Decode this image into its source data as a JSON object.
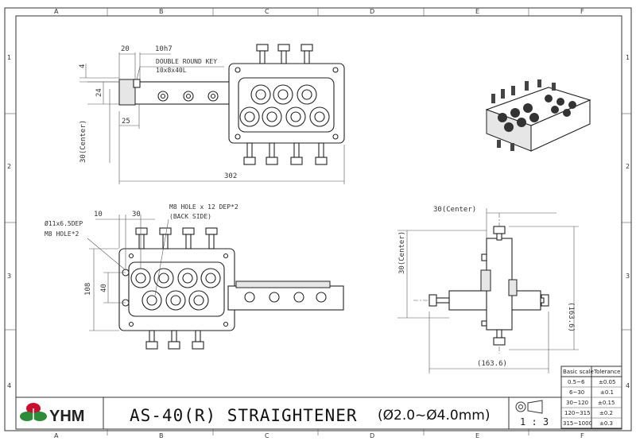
{
  "grid": {
    "columns": [
      "A",
      "B",
      "C",
      "D",
      "E",
      "F"
    ],
    "rows": [
      "1",
      "2",
      "3",
      "4"
    ]
  },
  "top_view": {
    "dims": {
      "d20": "20",
      "d10h7": "10h7",
      "d4": "4",
      "d24": "24",
      "d25": "25",
      "d30c": "30(Center)",
      "d302": "302"
    },
    "key_label_1": "DOUBLE ROUND KEY",
    "key_label_2": "10x8x40L"
  },
  "front_view": {
    "dims": {
      "d10": "10",
      "d30": "30",
      "d108": "108",
      "d40": "40"
    },
    "hole_label_1": "Ø11x6.5DEP",
    "hole_label_2": "M8 HOLE*2",
    "back_label_1": "M8 HOLE x 12 DEP*2",
    "back_label_2": "(BACK SIDE)"
  },
  "side_view": {
    "dims": {
      "d30c_top": "30(Center)",
      "d30c_left": "30(Center)",
      "d163_v": "(163.6)",
      "d163_h": "(163.6)"
    }
  },
  "tolerance_table": {
    "headers": [
      "Basic scale",
      "Tolerance"
    ],
    "rows": [
      [
        "0.5~6",
        "±0.05"
      ],
      [
        "6~30",
        "±0.1"
      ],
      [
        "30~120",
        "±0.15"
      ],
      [
        "120~315",
        "±0.2"
      ],
      [
        "315~1000",
        "±0.3"
      ]
    ]
  },
  "title_block": {
    "logo_text": "YHM",
    "title_main": "AS-40(R) STRAIGHTENER",
    "title_range": "(Ø2.0~Ø4.0mm)",
    "scale": "1 : 3",
    "colors": {
      "logo_red": "#c8102e",
      "logo_green": "#2e8b3a"
    }
  }
}
